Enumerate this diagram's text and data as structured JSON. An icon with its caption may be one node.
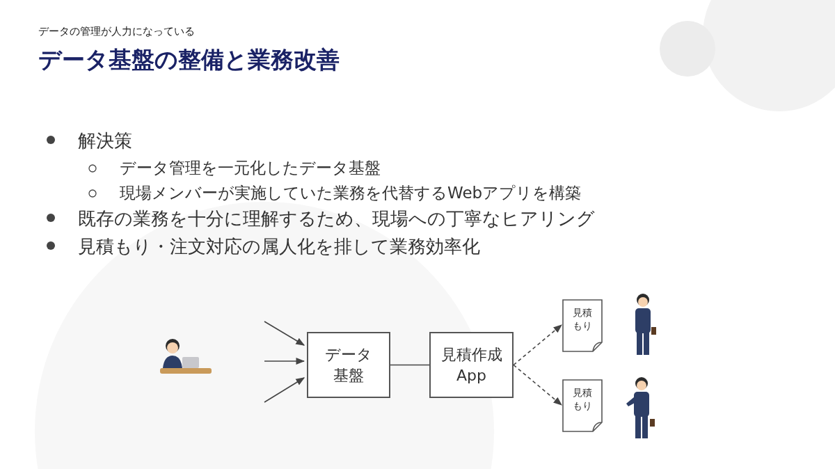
{
  "diagram": {
    "title": "データ基盤の整備と業務改善",
    "nodes": [
      {
        "text": [],
        "shape": "person"
      },
      {
        "text": [
          "データ基盤"
        ]
      },
      {
        "text": [
          "見積作成App"
        ]
      },
      {
        "text": [
          "見積もり"
        ]
      },
      {
        "text": [],
        "shape": "person"
      },
      {
        "text": [
          "見積もり"
        ]
      },
      {
        "text": [],
        "shape": "person"
      }
    ],
    "edges": [
      {
        "from": null,
        "to": 1,
        "arrow": "to"
      },
      {
        "from": null,
        "to": 1,
        "arrow": "to"
      },
      {
        "from": null,
        "to": 1,
        "arrow": "to"
      },
      {
        "from": 1,
        "to": 2,
        "arrow": "none"
      },
      {
        "from": 2,
        "to": 3,
        "arrow": "to",
        "style": "dashed"
      },
      {
        "from": 2,
        "to": 5,
        "arrow": "to",
        "style": "dashed"
      }
    ],
    "labels": [
      "データの管理が人力になっている",
      "解決策",
      "データ管理を一元化したデータ基盤",
      "現場メンバーが実施していた業務を代替するWebアプリを構築",
      "既存の業務を十分に理解するため、現場への丁寧なヒアリング",
      "見積もり・注文対応の属人化を排して業務効率化"
    ]
  }
}
